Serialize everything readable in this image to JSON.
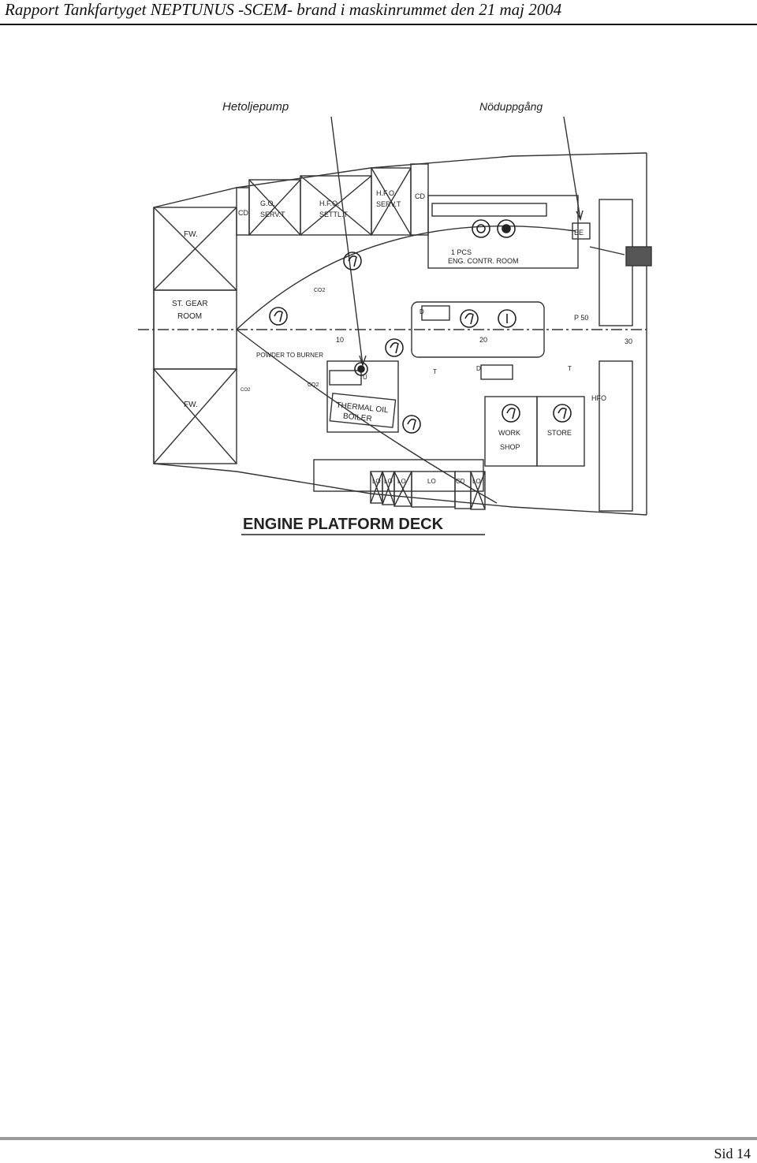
{
  "header": {
    "title": "Rapport Tankfartyget NEPTUNUS -SCEM- brand i maskinrummet den 21 maj 2004"
  },
  "drawing": {
    "title": "ENGINE PLATFORM DECK",
    "annotations": {
      "hot_oil_pump": "Hetoljepump",
      "emergency_exit": "Nöduppgång"
    },
    "rooms": {
      "fw_top": "FW.",
      "fw_bottom": "FW.",
      "st_gear_room_1": "ST. GEAR",
      "st_gear_room_2": "ROOM",
      "cd_left": "CD",
      "go_serv_1": "G.O.",
      "go_serv_2": "SERV.T",
      "hfo_settl_1": "H.F.O.",
      "hfo_settl_2": "SETTL.T",
      "hfo_serv_1": "H.F.O.",
      "hfo_serv_2": "SERV.T",
      "cd_top": "CD",
      "ee": "EE",
      "pcs": "1 PCS",
      "eng_contr_room": "ENG. CONTR. ROOM",
      "powder_to_burner": "POWDER TO BURNER",
      "thermal_oil_1": "THERMAL OIL",
      "thermal_oil_2": "BOILER",
      "work_shop_1": "WORK",
      "work_shop_2": "SHOP",
      "store": "STORE",
      "hfo": "HFO",
      "lo_1": "LO",
      "lo_2": "LO",
      "lo_3": "LO",
      "lo_4": "LO",
      "cd_bottom": "CD",
      "lo_5": "LO",
      "co2_1": "CO2",
      "co2_2": "CO2",
      "co2_3": "CO2",
      "p50": "P 50",
      "d_1": "D",
      "d_2": "D",
      "t_1": "T",
      "t_2": "T",
      "u": "U"
    },
    "frames": [
      "10",
      "20",
      "30"
    ],
    "symbols": {
      "fire_hydrant": "hydrant-icon",
      "extinguisher": "extinguisher-icon",
      "pump": "pump-icon"
    }
  },
  "footer": {
    "page": "Sid 14"
  }
}
